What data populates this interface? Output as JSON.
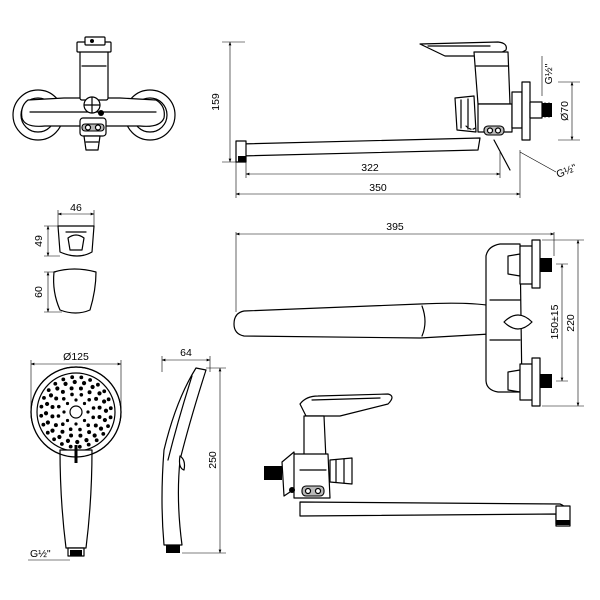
{
  "dimensions": {
    "height_159": "159",
    "thread_top": "G½\"",
    "diam_70": "Ø70",
    "len_322": "322",
    "len_350": "350",
    "thread_side": "G½\"",
    "holder_width": "46",
    "holder_height": "49",
    "holder_cap_height": "60",
    "len_395": "395",
    "center_150": "150±15",
    "height_220": "220",
    "diam_125": "Ø125",
    "depth_64": "64",
    "height_250": "250",
    "thread_head": "G½\""
  }
}
